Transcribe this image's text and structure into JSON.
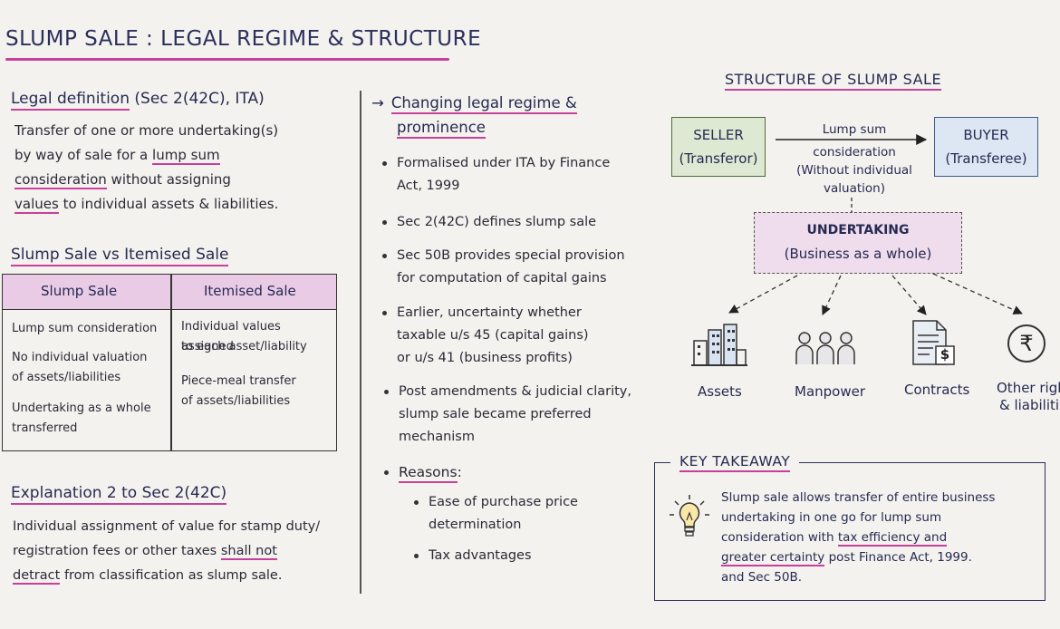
{
  "title": "SLUMP SALE : LEGAL REGIME & STRUCTURE",
  "legal_definition": {
    "heading_a": "Legal definition",
    "heading_b": "(Sec 2(42C), ITA)",
    "lines": [
      "Transfer of one or more undertaking(s)",
      "by way of sale for a",
      "lump sum",
      "consideration",
      "without assigning",
      "values",
      "to individual assets & liabilities."
    ]
  },
  "comparison": {
    "heading": "Slump Sale vs Itemised Sale",
    "col1": "Slump Sale",
    "col2": "Itemised Sale",
    "slump_rows": [
      "Lump sum consideration",
      "No individual valuation",
      "of assets/liabilities",
      "Undertaking as a whole",
      "transferred"
    ],
    "itemised_rows": [
      "Individual values assigned",
      "to each asset/liability",
      "Piece-meal transfer",
      "of assets/liabilities"
    ]
  },
  "explanation": {
    "heading": "Explanation 2 to Sec 2(42C)",
    "line1": "Individual assignment of value for stamp duty/",
    "line2a": "registration fees or other taxes",
    "line2b": "shall not",
    "line3a": "detract",
    "line3b": "from classification as slump sale."
  },
  "regime": {
    "arrow": "→",
    "heading_line1": "Changing legal regime &",
    "heading_line2": "prominence",
    "bullets": [
      [
        "Formalised under ITA by Finance",
        "Act, 1999"
      ],
      [
        "Sec 2(42C) defines slump sale"
      ],
      [
        "Sec 50B provides special provision",
        "for computation of capital gains"
      ],
      [
        "Earlier, uncertainty whether",
        "taxable u/s 45 (capital gains)",
        "or u/s 41 (business profits)"
      ],
      [
        "Post amendments & judicial clarity,",
        "slump sale became preferred",
        "mechanism"
      ]
    ],
    "reasons_label": "Reasons",
    "reasons_colon": ":",
    "reasons": [
      [
        "Ease of purchase price",
        "determination"
      ],
      [
        "Tax advantages"
      ]
    ]
  },
  "structure": {
    "heading": "STRUCTURE OF SLUMP SALE",
    "seller": [
      "SELLER",
      "(Transferor)"
    ],
    "buyer": [
      "BUYER",
      "(Transferee)"
    ],
    "arrow_text": [
      "Lump sum",
      "consideration",
      "(Without individual",
      "valuation)"
    ],
    "undertaking": [
      "UNDERTAKING",
      "(Business as a whole)"
    ],
    "components": [
      "Assets",
      "Manpower",
      "Contracts",
      "Other rights",
      "& liabilities"
    ],
    "rupee_symbol": "₹",
    "contract_symbol": "$"
  },
  "takeaway": {
    "title": "KEY TAKEAWAY",
    "line1": "Slump sale allows transfer of entire business",
    "line2": "undertaking in one go for lump sum",
    "line3a": "consideration with",
    "line3b": "tax efficiency and",
    "line4a": "greater certainty",
    "line4b": "post Finance Act, 1999.",
    "line5": "and Sec 50B."
  },
  "colors": {
    "accent_pink": "#c7409a",
    "ink": "#2b2f5c",
    "seller_fill": "#dde9d2",
    "buyer_fill": "#dde6f3",
    "undertaking_fill": "#efdcec"
  }
}
